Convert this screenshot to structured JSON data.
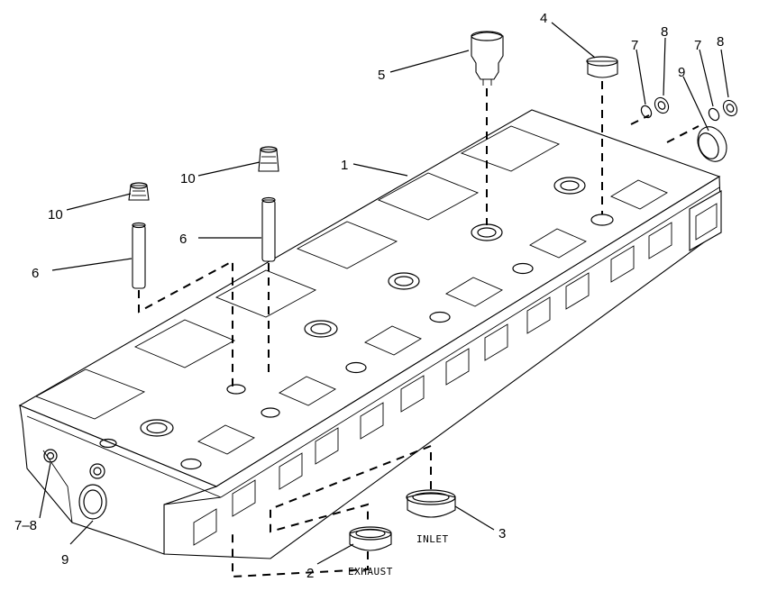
{
  "callouts": [
    {
      "id": "c1",
      "text": "1"
    },
    {
      "id": "c2",
      "text": "2"
    },
    {
      "id": "c3",
      "text": "3"
    },
    {
      "id": "c4",
      "text": "4"
    },
    {
      "id": "c5",
      "text": "5"
    },
    {
      "id": "c6a",
      "text": "6"
    },
    {
      "id": "c6b",
      "text": "6"
    },
    {
      "id": "c7a",
      "text": "7"
    },
    {
      "id": "c7b",
      "text": "7"
    },
    {
      "id": "c8a",
      "text": "8"
    },
    {
      "id": "c8b",
      "text": "8"
    },
    {
      "id": "c9a",
      "text": "9"
    },
    {
      "id": "c9b",
      "text": "9"
    },
    {
      "id": "c10a",
      "text": "10"
    },
    {
      "id": "c10b",
      "text": "10"
    },
    {
      "id": "c78",
      "text": "7–8"
    }
  ],
  "captions": {
    "inlet": "INLET",
    "exhaust": "EXHAUST"
  }
}
